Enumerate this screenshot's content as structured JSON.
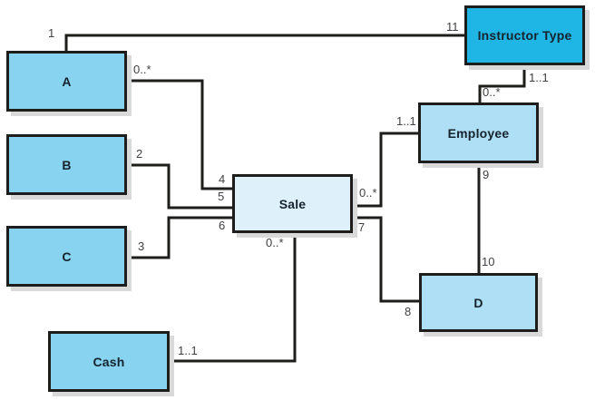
{
  "diagram": {
    "entities": [
      {
        "id": "a",
        "label": "A",
        "fill": "primary"
      },
      {
        "id": "b",
        "label": "B",
        "fill": "primary"
      },
      {
        "id": "c",
        "label": "C",
        "fill": "primary"
      },
      {
        "id": "sale",
        "label": "Sale",
        "fill": "pale"
      },
      {
        "id": "cash",
        "label": "Cash",
        "fill": "primary"
      },
      {
        "id": "employee",
        "label": "Employee",
        "fill": "secondary"
      },
      {
        "id": "d",
        "label": "D",
        "fill": "secondary"
      },
      {
        "id": "instructor_type",
        "label": "Instructor Type",
        "fill": "highlight"
      }
    ],
    "connectors": [
      {
        "from": "A",
        "to": "Instructor Type",
        "labels": [
          {
            "at": "A",
            "text": "1"
          },
          {
            "at": "Instructor Type",
            "text": "11"
          }
        ]
      },
      {
        "from": "A",
        "to": "Sale",
        "labels": [
          {
            "at": "A",
            "text": "0..*"
          },
          {
            "at": "Sale",
            "text": "4"
          }
        ]
      },
      {
        "from": "B",
        "to": "Sale",
        "labels": [
          {
            "at": "B",
            "text": "2"
          },
          {
            "at": "Sale",
            "text": "5"
          }
        ]
      },
      {
        "from": "C",
        "to": "Sale",
        "labels": [
          {
            "at": "C",
            "text": "3"
          },
          {
            "at": "Sale",
            "text": "6"
          }
        ]
      },
      {
        "from": "Sale",
        "to": "Cash",
        "labels": [
          {
            "at": "Sale",
            "text": "0..*"
          },
          {
            "at": "Cash",
            "text": "1..1"
          }
        ]
      },
      {
        "from": "Sale",
        "to": "Employee",
        "labels": [
          {
            "at": "Sale",
            "text": "0..*"
          },
          {
            "at": "Employee",
            "text": "1..1"
          }
        ]
      },
      {
        "from": "Sale",
        "to": "D",
        "labels": [
          {
            "at": "Sale",
            "text": "7"
          },
          {
            "at": "D",
            "text": "8"
          }
        ]
      },
      {
        "from": "Employee",
        "to": "D",
        "labels": [
          {
            "at": "Employee",
            "text": "9"
          },
          {
            "at": "D",
            "text": "10"
          }
        ]
      },
      {
        "from": "Instructor Type",
        "to": "Employee",
        "labels": [
          {
            "at": "Instructor Type",
            "text": "1..1"
          },
          {
            "at": "Employee",
            "text": "0..*"
          }
        ]
      }
    ],
    "colors": {
      "entity_primary": "#87d3f0",
      "entity_secondary": "#aedff4",
      "entity_pale": "#def0fa",
      "entity_highlight": "#1fb6e6",
      "line": "#1d1d1b",
      "label_text": "#414042",
      "entity_text": "#16232d",
      "shadow": "#d9d9d9",
      "background": "#ffffff"
    }
  }
}
